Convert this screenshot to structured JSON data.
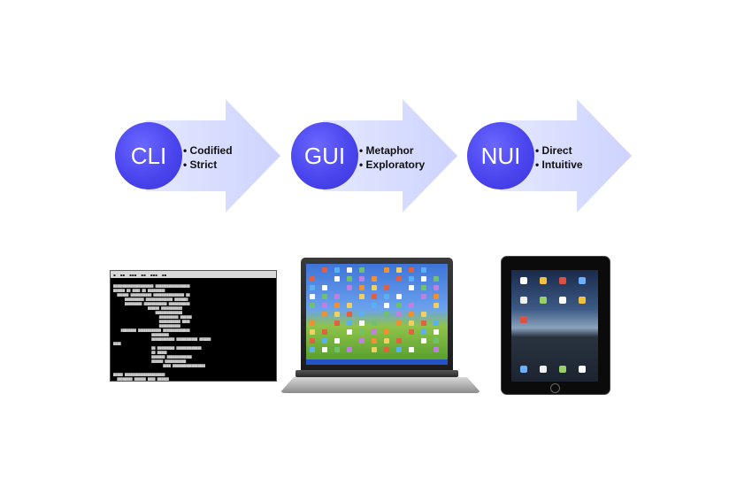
{
  "stages": [
    {
      "abbr": "CLI",
      "bullets": [
        "Codified",
        "Strict"
      ]
    },
    {
      "abbr": "GUI",
      "bullets": [
        "Metaphor",
        "Exploratory"
      ]
    },
    {
      "abbr": "NUI",
      "bullets": [
        "Direct",
        "Intuitive"
      ]
    }
  ],
  "colors": {
    "arrow": "#d6dbff",
    "circle": "#4a45ee"
  },
  "devices": {
    "terminal_icon": "command-line-terminal-icon",
    "laptop_icon": "laptop-desktop-icon",
    "tablet_icon": "touch-tablet-icon"
  }
}
